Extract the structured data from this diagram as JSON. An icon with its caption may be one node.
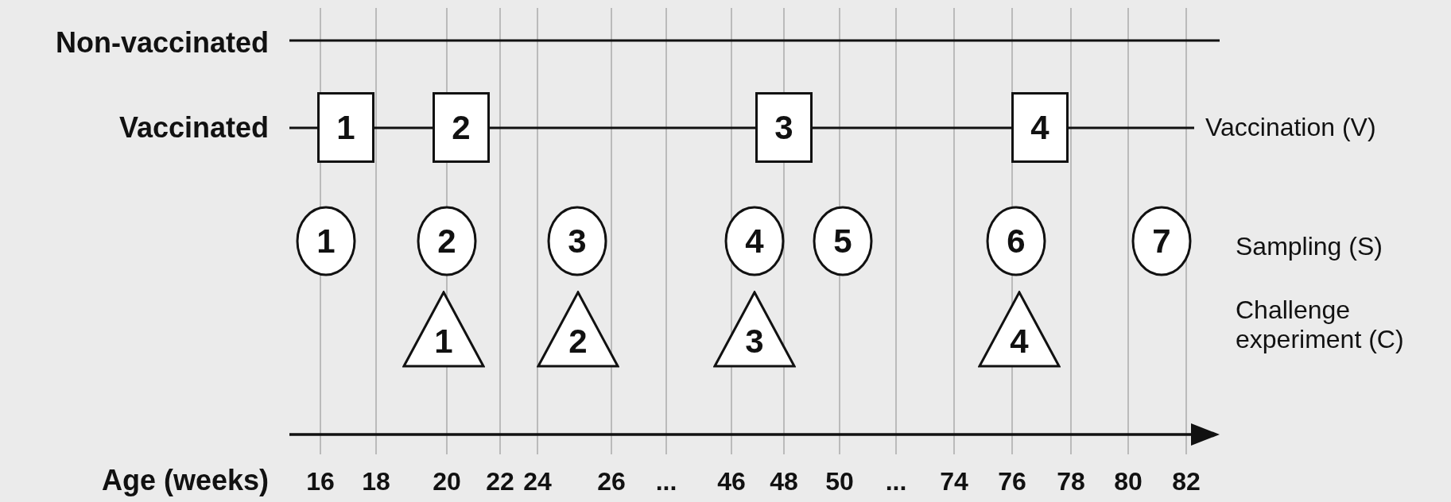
{
  "diagram": {
    "nodes": [
      {
        "text": [
          "1"
        ]
      },
      {
        "text": [
          "2"
        ]
      },
      {
        "text": [
          "3"
        ]
      },
      {
        "text": [
          "4"
        ]
      },
      {
        "text": [
          "1"
        ]
      },
      {
        "text": [
          "2"
        ]
      },
      {
        "text": [
          "3"
        ]
      },
      {
        "text": [
          "4"
        ]
      },
      {
        "text": [
          "5"
        ]
      },
      {
        "text": [
          "6"
        ]
      },
      {
        "text": [
          "7"
        ]
      },
      {
        "text": [
          "1"
        ]
      },
      {
        "text": [
          "2"
        ]
      },
      {
        "text": [
          "3"
        ]
      },
      {
        "text": [
          "4"
        ]
      }
    ],
    "labels": [
      "Non-vaccinated",
      "Vaccinated",
      "Vaccination (V)",
      "Sampling (S)",
      "Challenge experiment (C)",
      "Age (weeks)",
      "16",
      "18",
      "20",
      "22",
      "24",
      "26",
      "...",
      "46",
      "48",
      "50",
      "...",
      "74",
      "76",
      "78",
      "80",
      "82"
    ]
  }
}
